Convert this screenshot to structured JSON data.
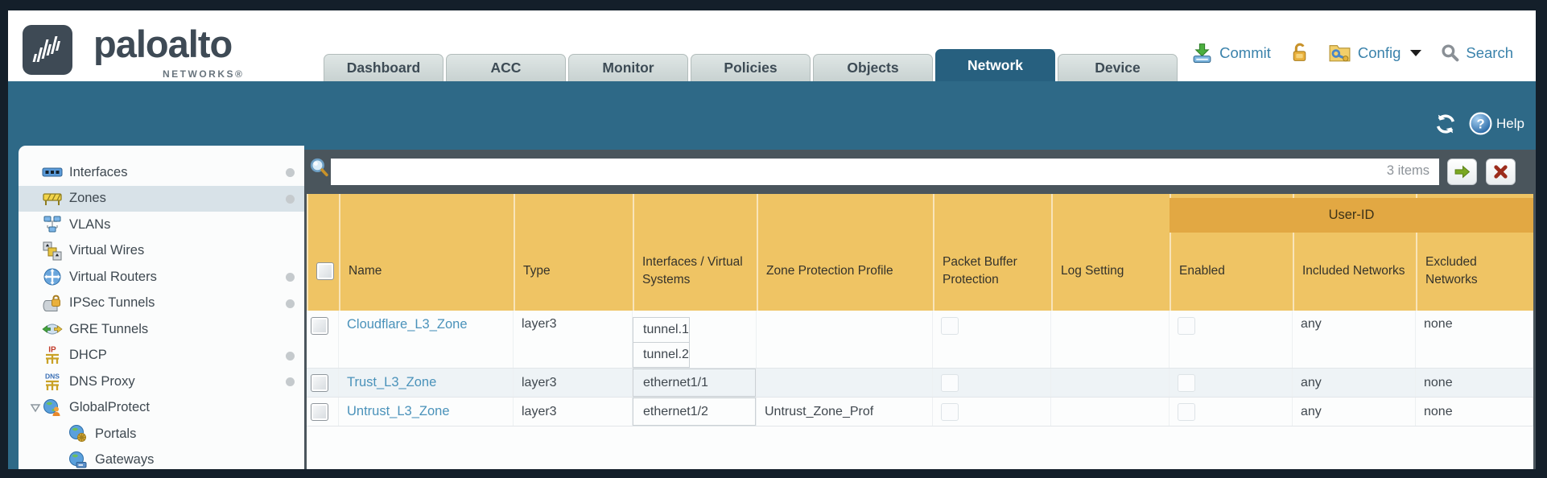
{
  "header": {
    "brand": "paloalto",
    "brand_sub": "NETWORKS®",
    "tabs": [
      {
        "label": "Dashboard",
        "active": false
      },
      {
        "label": "ACC",
        "active": false
      },
      {
        "label": "Monitor",
        "active": false
      },
      {
        "label": "Policies",
        "active": false
      },
      {
        "label": "Objects",
        "active": false
      },
      {
        "label": "Network",
        "active": true
      },
      {
        "label": "Device",
        "active": false
      }
    ],
    "actions": {
      "commit_label": "Commit",
      "config_label": "Config",
      "search_label": "Search",
      "icons": [
        "commit-icon",
        "lock-icon",
        "config-icon",
        "caret-down-icon",
        "search-icon"
      ]
    }
  },
  "toolbar": {
    "refresh_icon": "refresh-icon",
    "help_icon": "help-icon",
    "help_label": "Help"
  },
  "sidebar": {
    "items": [
      {
        "label": "Interfaces",
        "icon": "interfaces-icon",
        "dot": true,
        "selected": false,
        "indent": 0
      },
      {
        "label": "Zones",
        "icon": "zones-icon",
        "dot": true,
        "selected": true,
        "indent": 0
      },
      {
        "label": "VLANs",
        "icon": "vlans-icon",
        "dot": false,
        "selected": false,
        "indent": 0
      },
      {
        "label": "Virtual Wires",
        "icon": "virtual-wires-icon",
        "dot": false,
        "selected": false,
        "indent": 0
      },
      {
        "label": "Virtual Routers",
        "icon": "virtual-routers-icon",
        "dot": true,
        "selected": false,
        "indent": 0
      },
      {
        "label": "IPSec Tunnels",
        "icon": "ipsec-tunnels-icon",
        "dot": true,
        "selected": false,
        "indent": 0
      },
      {
        "label": "GRE Tunnels",
        "icon": "gre-tunnels-icon",
        "dot": false,
        "selected": false,
        "indent": 0
      },
      {
        "label": "DHCP",
        "icon": "dhcp-icon",
        "dot": true,
        "selected": false,
        "indent": 0
      },
      {
        "label": "DNS Proxy",
        "icon": "dns-proxy-icon",
        "dot": true,
        "selected": false,
        "indent": 0
      },
      {
        "label": "GlobalProtect",
        "icon": "globalprotect-icon",
        "dot": false,
        "selected": false,
        "indent": 0,
        "expanded": true
      },
      {
        "label": "Portals",
        "icon": "portals-icon",
        "dot": false,
        "selected": false,
        "indent": 1
      },
      {
        "label": "Gateways",
        "icon": "gateways-icon",
        "dot": false,
        "selected": false,
        "indent": 1
      }
    ]
  },
  "search": {
    "value": "",
    "items_count": "3 items"
  },
  "table": {
    "group_header": "User-ID",
    "columns": [
      "Name",
      "Type",
      "Interfaces / Virtual Systems",
      "Zone Protection Profile",
      "Packet Buffer Protection",
      "Log Setting",
      "Enabled",
      "Included Networks",
      "Excluded Networks"
    ],
    "rows": [
      {
        "name": "Cloudflare_L3_Zone",
        "type": "layer3",
        "interfaces": [
          "tunnel.1",
          "tunnel.2"
        ],
        "zone_protection_profile": "",
        "packet_buffer_protection_checked": false,
        "log_setting": "",
        "enabled_checked": false,
        "included_networks": "any",
        "excluded_networks": "none"
      },
      {
        "name": "Trust_L3_Zone",
        "type": "layer3",
        "interfaces": [
          "ethernet1/1"
        ],
        "zone_protection_profile": "",
        "packet_buffer_protection_checked": false,
        "log_setting": "",
        "enabled_checked": false,
        "included_networks": "any",
        "excluded_networks": "none"
      },
      {
        "name": "Untrust_L3_Zone",
        "type": "layer3",
        "interfaces": [
          "ethernet1/2"
        ],
        "zone_protection_profile": "Untrust_Zone_Prof",
        "packet_buffer_protection_checked": false,
        "log_setting": "",
        "enabled_checked": false,
        "included_networks": "any",
        "excluded_networks": "none"
      }
    ]
  },
  "colors": {
    "header_gold": "#efc464",
    "userid_band": "#e2a843",
    "teal_band": "#2e6987",
    "active_tab": "#27607f",
    "panel_gray": "#4a555c",
    "link_blue": "#4a92ba",
    "selected_row": "#d8e2e8"
  }
}
